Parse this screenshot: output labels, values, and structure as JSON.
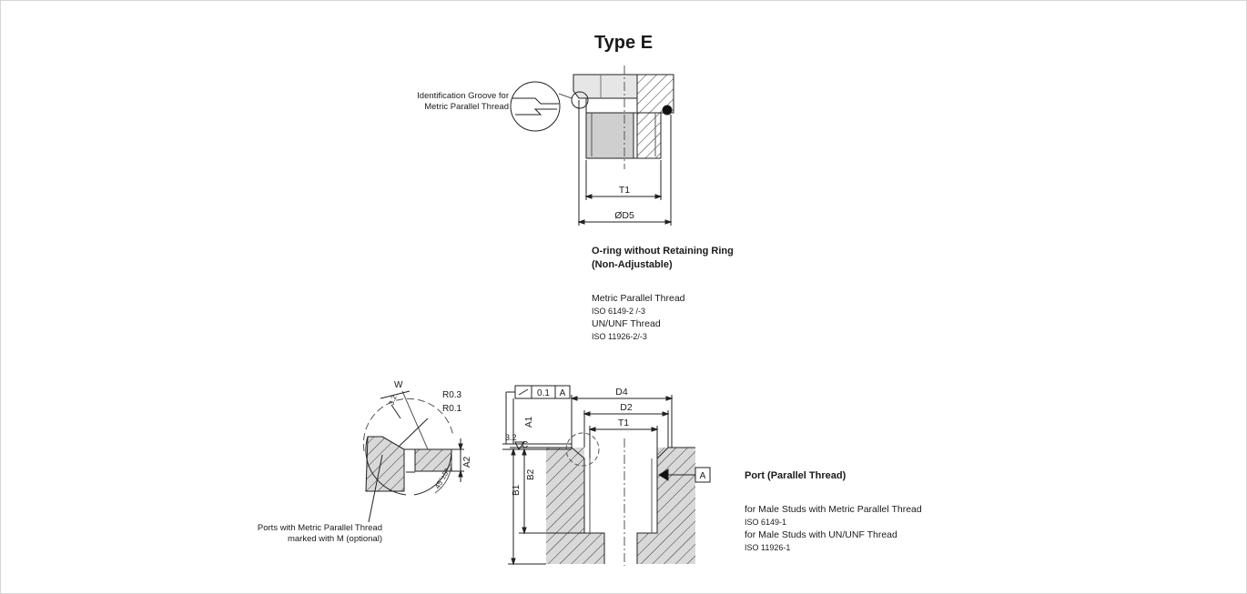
{
  "title": "Type E",
  "top_drawing": {
    "groove_note_line1": "Identification Groove for",
    "groove_note_line2": "Metric Parallel Thread",
    "dim_t1": "T1",
    "dim_d5": "ØD5"
  },
  "stud_block": {
    "heading_line1": "O-ring without Retaining Ring",
    "heading_line2": "(Non-Adjustable)",
    "line1": "Metric Parallel Thread",
    "line2": "ISO 6149-2 /-3",
    "line3": "UN/UNF Thread",
    "line4": "ISO 11926-2/-3"
  },
  "left_detail": {
    "w": "W",
    "r03": "R0.3",
    "r01": "R0.1",
    "surf": "3.2",
    "a2": "A2",
    "angle": "45°±5°",
    "note_line1": "Ports with Metric Parallel Thread",
    "note_line2": "marked with M (optional)"
  },
  "port_drawing": {
    "tol_value": "0.1",
    "tol_datum": "A",
    "d4": "D4",
    "d2": "D2",
    "t1": "T1",
    "a1": "A1",
    "b1": "B1",
    "b2": "B2",
    "surf": "3.2",
    "c": "C",
    "datum": "A"
  },
  "port_block": {
    "heading": "Port (Parallel Thread)",
    "line1": "for Male Studs with Metric Parallel Thread",
    "line2": "ISO 6149-1",
    "line3": "for Male Studs with UN/UNF Thread",
    "line4": "ISO 11926-1"
  }
}
